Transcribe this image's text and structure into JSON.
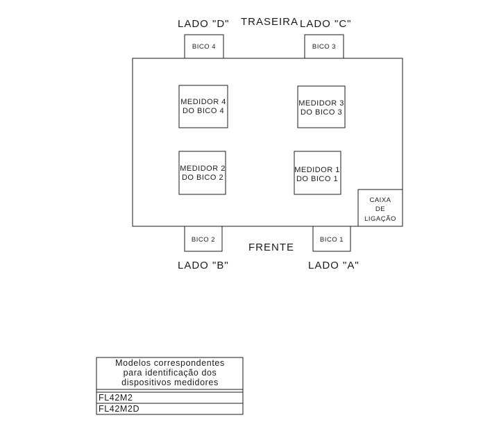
{
  "labels": {
    "lado_d": "LADO \"D\"",
    "traseira": "TRASEIRA",
    "lado_c": "LADO \"C\"",
    "frente": "FRENTE",
    "lado_b": "LADO \"B\"",
    "lado_a": "LADO \"A\""
  },
  "nozzles": {
    "bico4": "BICO 4",
    "bico3": "BICO 3",
    "bico2": "BICO 2",
    "bico1": "BICO 1"
  },
  "meters": {
    "m4": {
      "line1": "MEDIDOR 4",
      "line2": "DO BICO 4"
    },
    "m3": {
      "line1": "MEDIDOR 3",
      "line2": "DO BICO 3"
    },
    "m2": {
      "line1": "MEDIDOR 2",
      "line2": "DO BICO 2"
    },
    "m1": {
      "line1": "MEDIDOR 1",
      "line2": "DO BICO 1"
    }
  },
  "junction_box": {
    "line1": "CAIXA",
    "line2": "DE",
    "line3": "LIGAÇÃO"
  },
  "legend": {
    "header": [
      "Modelos correspondentes",
      "para identificação dos",
      "dispositivos medidores"
    ],
    "rows": [
      "FL42M2",
      "FL42M2D"
    ]
  }
}
